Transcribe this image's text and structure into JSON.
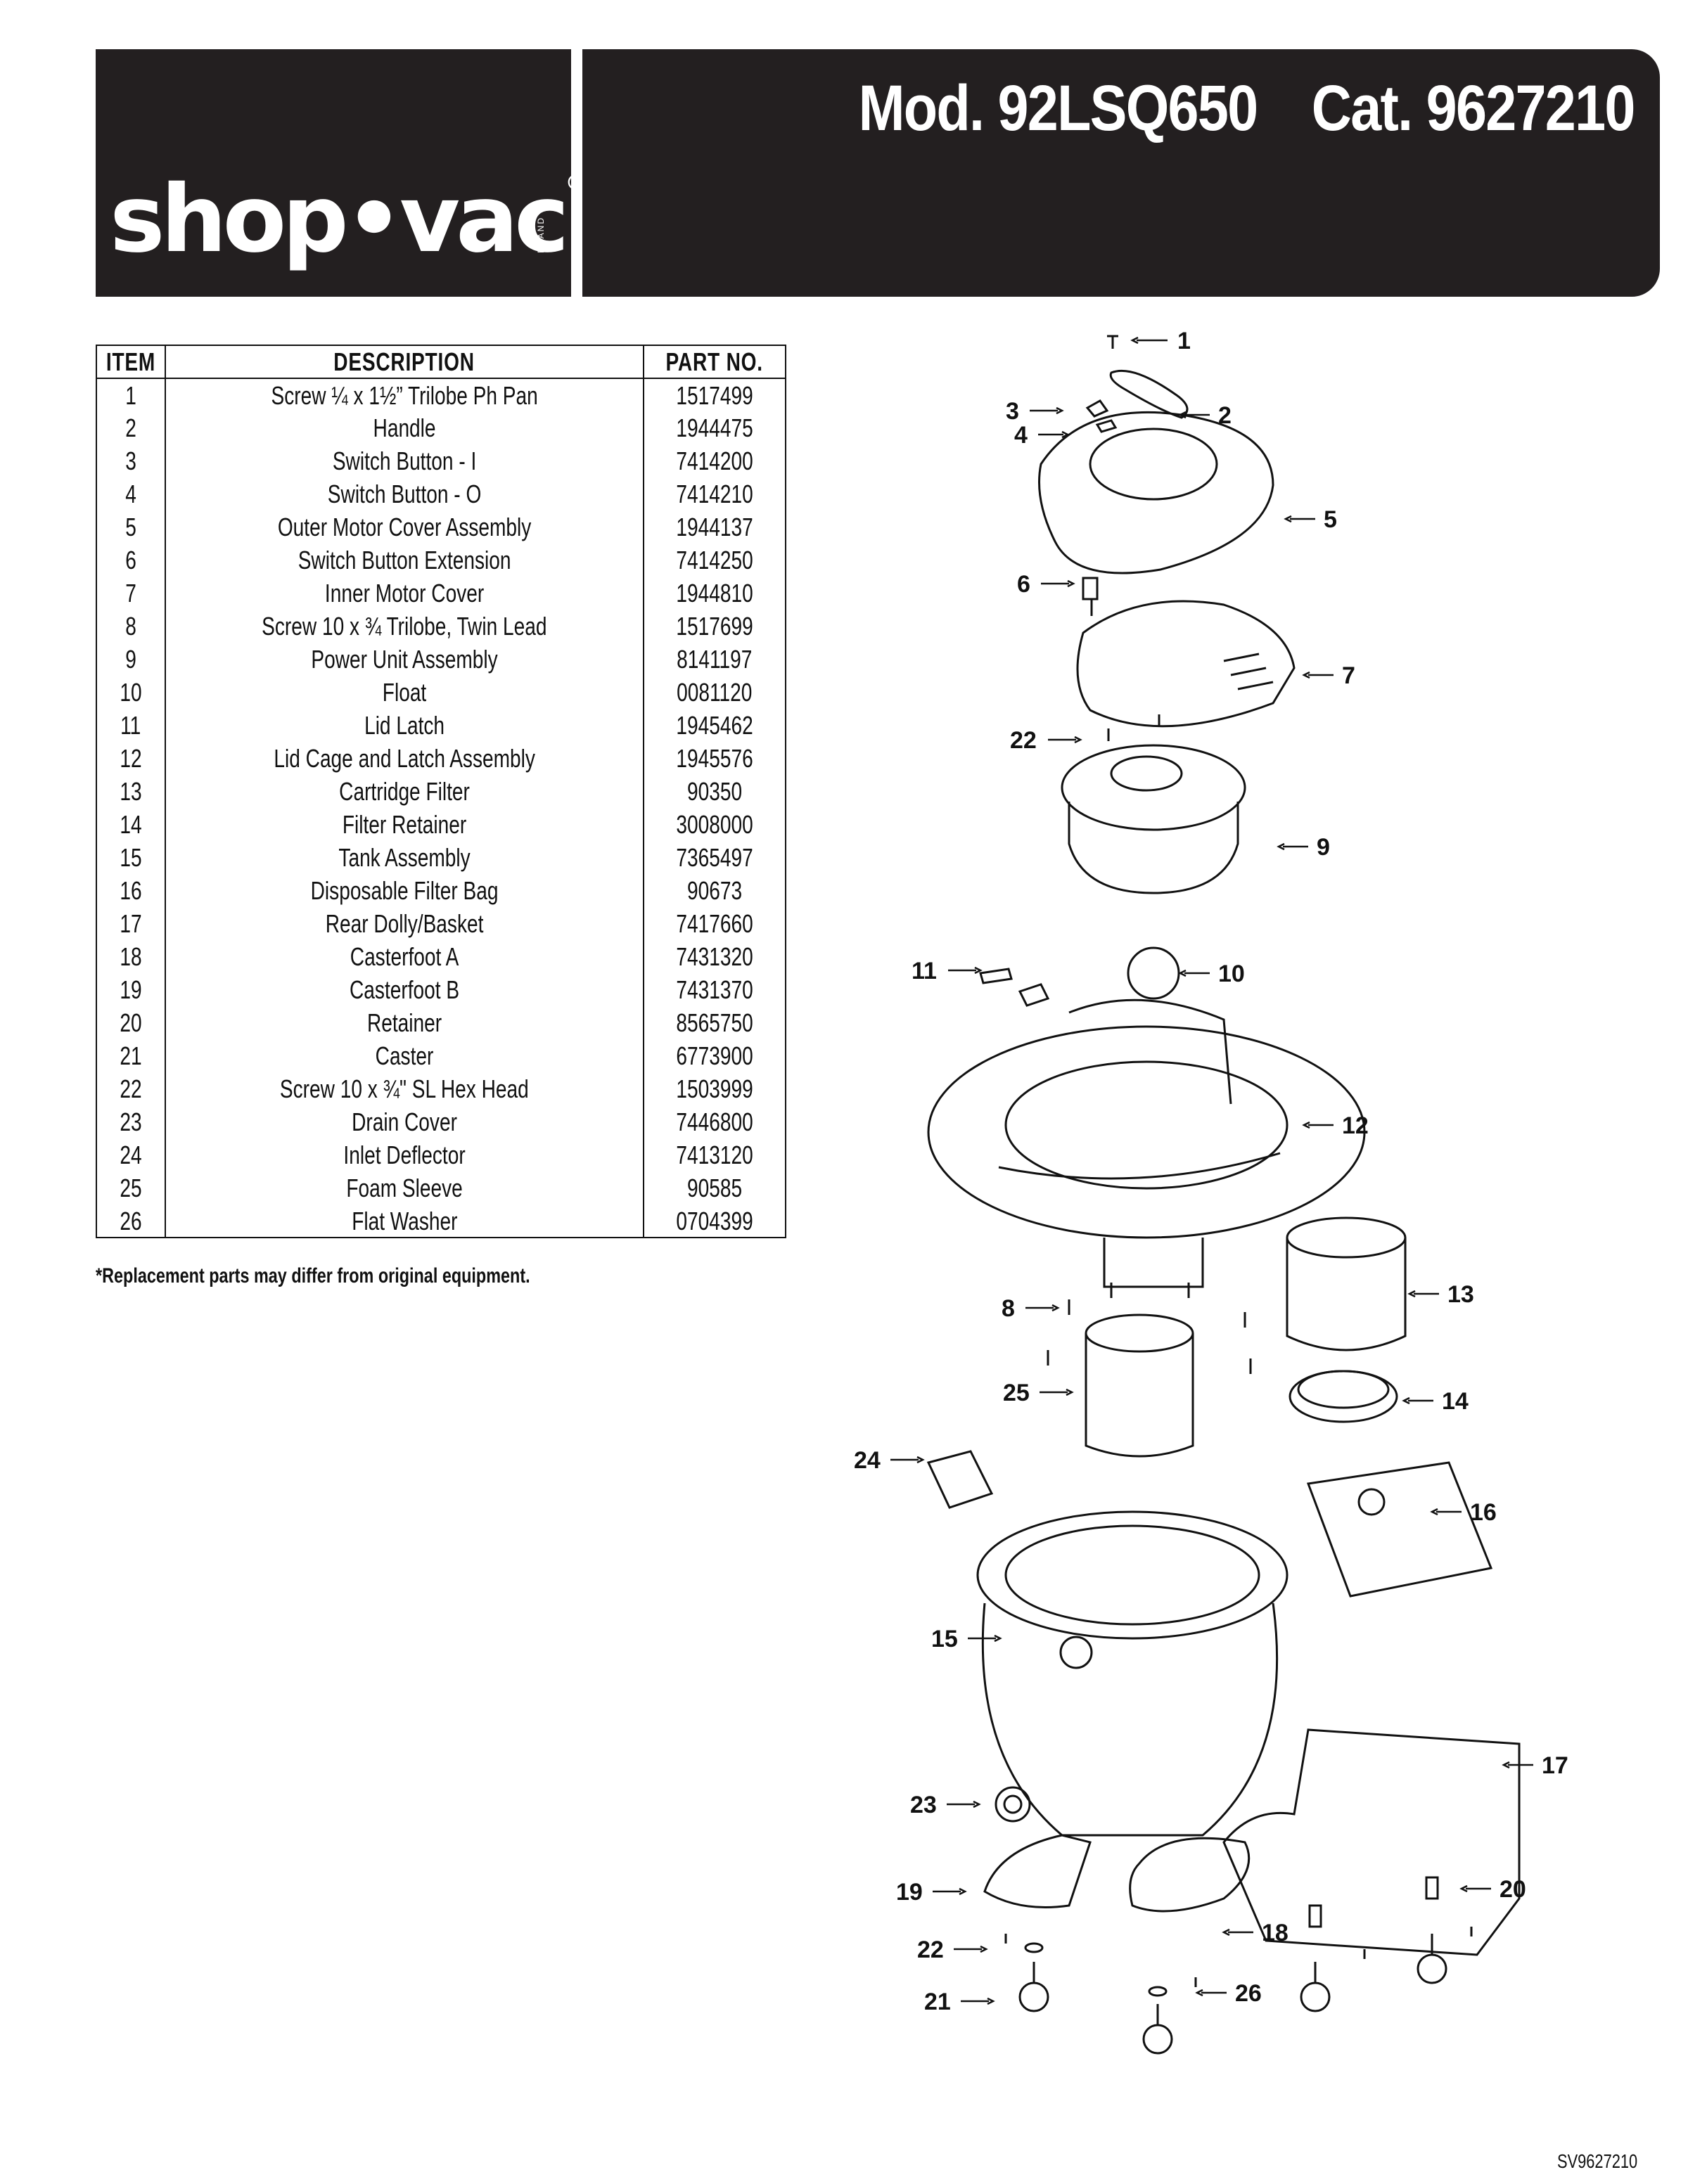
{
  "header": {
    "brand_name": "shop•vac",
    "brand_mark": "®",
    "brand_sub": "BRAND",
    "model": "Mod. 92LSQ650",
    "catalog": "Cat. 9627210"
  },
  "table": {
    "headers": {
      "item": "ITEM",
      "description": "DESCRIPTION",
      "part_no": "PART NO."
    },
    "rows": [
      {
        "item": "1",
        "description": "Screw ¼ x 1½” Trilobe Ph Pan",
        "part_no": "1517499"
      },
      {
        "item": "2",
        "description": "Handle",
        "part_no": "1944475"
      },
      {
        "item": "3",
        "description": "Switch Button - I",
        "part_no": "7414200"
      },
      {
        "item": "4",
        "description": "Switch Button - O",
        "part_no": "7414210"
      },
      {
        "item": "5",
        "description": "Outer Motor Cover Assembly",
        "part_no": "1944137"
      },
      {
        "item": "6",
        "description": "Switch Button Extension",
        "part_no": "7414250"
      },
      {
        "item": "7",
        "description": "Inner Motor Cover",
        "part_no": "1944810"
      },
      {
        "item": "8",
        "description": "Screw 10 x ¾ Trilobe, Twin Lead",
        "part_no": "1517699"
      },
      {
        "item": "9",
        "description": "Power Unit Assembly",
        "part_no": "8141197"
      },
      {
        "item": "10",
        "description": "Float",
        "part_no": "0081120"
      },
      {
        "item": "11",
        "description": "Lid Latch",
        "part_no": "1945462"
      },
      {
        "item": "12",
        "description": "Lid Cage and Latch Assembly",
        "part_no": "1945576"
      },
      {
        "item": "13",
        "description": "Cartridge Filter",
        "part_no": "90350"
      },
      {
        "item": "14",
        "description": "Filter Retainer",
        "part_no": "3008000"
      },
      {
        "item": "15",
        "description": "Tank Assembly",
        "part_no": "7365497"
      },
      {
        "item": "16",
        "description": "Disposable Filter Bag",
        "part_no": "90673"
      },
      {
        "item": "17",
        "description": "Rear Dolly/Basket",
        "part_no": "7417660"
      },
      {
        "item": "18",
        "description": "Casterfoot A",
        "part_no": "7431320"
      },
      {
        "item": "19",
        "description": "Casterfoot B",
        "part_no": "7431370"
      },
      {
        "item": "20",
        "description": "Retainer",
        "part_no": "8565750"
      },
      {
        "item": "21",
        "description": "Caster",
        "part_no": "6773900"
      },
      {
        "item": "22",
        "description": "Screw 10 x ¾\" SL Hex Head",
        "part_no": "1503999"
      },
      {
        "item": "23",
        "description": "Drain Cover",
        "part_no": "7446800"
      },
      {
        "item": "24",
        "description": "Inlet Deflector",
        "part_no": "7413120"
      },
      {
        "item": "25",
        "description": "Foam Sleeve",
        "part_no": "90585"
      },
      {
        "item": "26",
        "description": "Flat Washer",
        "part_no": "0704399"
      }
    ]
  },
  "note": "*Replacement parts may differ from original equipment.",
  "diagram": {
    "callouts": [
      "1",
      "2",
      "3",
      "4",
      "5",
      "6",
      "7",
      "22",
      "9",
      "11",
      "10",
      "12",
      "8",
      "13",
      "25",
      "14",
      "24",
      "16",
      "15",
      "17",
      "23",
      "19",
      "22",
      "18",
      "20",
      "21",
      "26"
    ]
  },
  "footer": {
    "doc_id": "SV9627210"
  }
}
